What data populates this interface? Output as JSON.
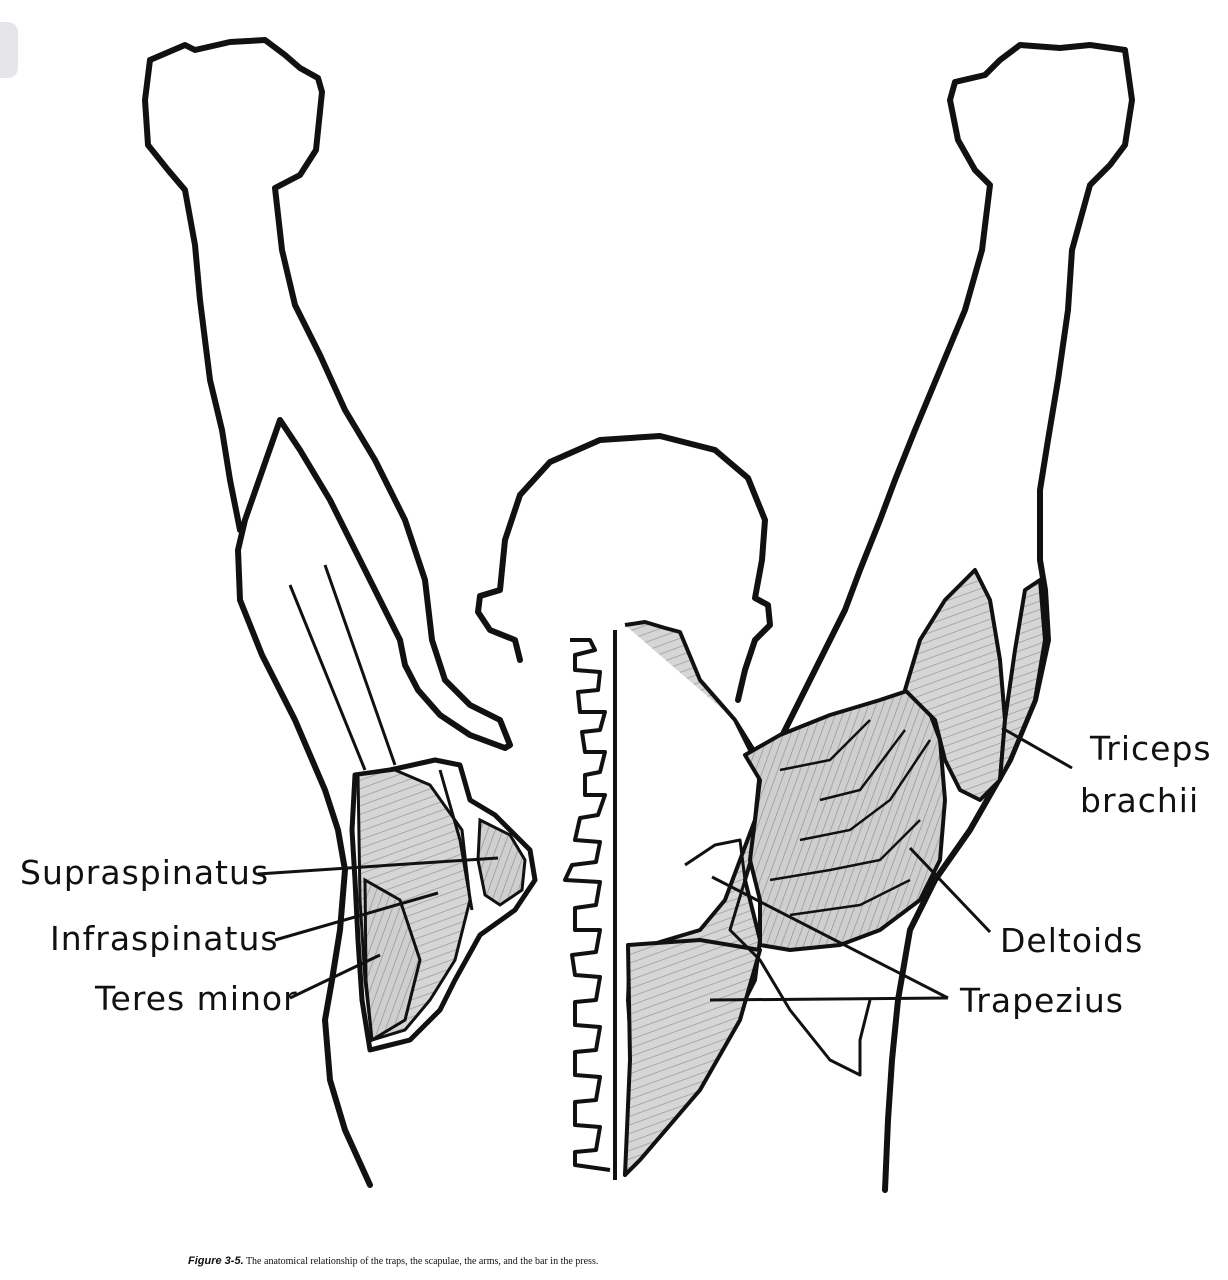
{
  "labels": {
    "supraspinatus": "Supraspinatus",
    "infraspinatus": "Infraspinatus",
    "teres_minor": "Teres minor",
    "triceps_line1": "Triceps",
    "triceps_line2": "brachii",
    "deltoids": "Deltoids",
    "trapezius": "Trapezius"
  },
  "caption": {
    "prefix": "Figure 3-5.",
    "text": "The anatomical relationship of the traps, the scapulae, the arms, and the bar in the press."
  },
  "colors": {
    "ink": "#111111",
    "muscle_shade": "#c9c9c9",
    "background": "#ffffff"
  }
}
